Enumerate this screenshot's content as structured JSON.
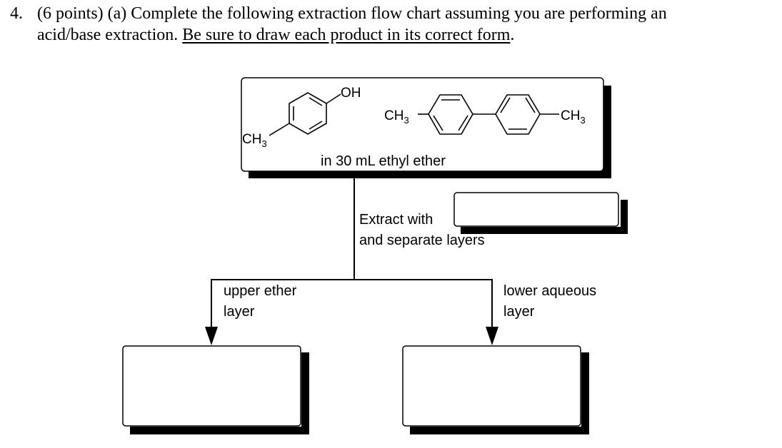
{
  "question": {
    "number": "4.",
    "intro": "(6 points) (a) Complete the following extraction flow chart assuming you are performing an",
    "line2_plain": "acid/base extraction.",
    "line2_underlined": "Be sure to draw each product in its correct form",
    "line2_end": "."
  },
  "start_box": {
    "molecule1": {
      "oh_label": "OH",
      "ch3_label": "CH",
      "ch3_sub": "3"
    },
    "molecule2": {
      "left_ch3": "CH",
      "left_sub": "3",
      "right_ch3": "CH",
      "right_sub": "3"
    },
    "solvent_label": "in 30 mL ethyl ether"
  },
  "extraction": {
    "line1": "Extract with",
    "line2": "and separate layers",
    "reagent_box_value": ""
  },
  "branches": {
    "left_label_line1": "upper ether",
    "left_label_line2": "layer",
    "right_label_line1": "lower aqueous",
    "right_label_line2": "layer"
  },
  "answer_boxes": {
    "left_value": "",
    "right_value": ""
  }
}
